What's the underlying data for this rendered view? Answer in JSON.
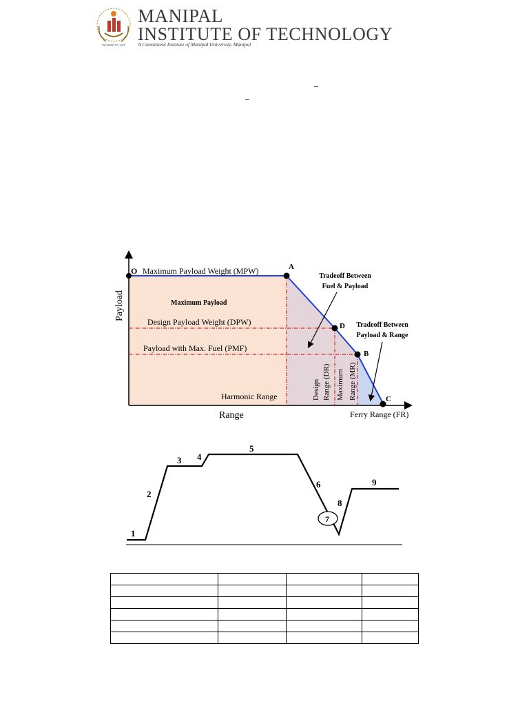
{
  "header": {
    "logo_line1": "MANIPAL",
    "logo_line2": "INSTITUTE OF TECHNOLOGY",
    "tagline": "A Constituent Institute of Manipal University, Manipal",
    "emblem_icon": "manipal-emblem-icon",
    "brand_color": "#c0392b"
  },
  "payload_range_diagram": {
    "y_axis_label": "Payload",
    "x_axis_label": "Range",
    "ferry_range_label": "Ferry Range (FR)",
    "point_o": "O",
    "point_a": "A",
    "point_b": "B",
    "point_c": "C",
    "point_d": "D",
    "mpw_label": "Maximum Payload Weight (MPW)",
    "max_payload_region": "Maximum Payload",
    "dpw_label": "Design Payload Weight (DPW)",
    "pmf_label": "Payload with Max. Fuel (PMF)",
    "harmonic_range": "Harmonic Range",
    "tradeoff_fuel_line1": "Tradeoff Between",
    "tradeoff_fuel_line2": "Fuel & Payload",
    "tradeoff_range_line1": "Tradeoff Between",
    "tradeoff_range_line2": "Payload & Range",
    "design_range_line1": "Design",
    "design_range_line2": "Range (DR)",
    "max_range_line1": "Maximum",
    "max_range_line2": "Range (MR)",
    "colors": {
      "curve": "#1f3fd8",
      "guide": "#e02020",
      "region_payload": "#fbe3d3",
      "region_tradeoff": "#e3d5da",
      "region_range": "#c9d6ef"
    }
  },
  "flight_profile": {
    "segments": [
      "1",
      "2",
      "3",
      "4",
      "5",
      "6",
      "7",
      "8",
      "9"
    ]
  },
  "table": {
    "rows": 6,
    "cols": 4
  }
}
